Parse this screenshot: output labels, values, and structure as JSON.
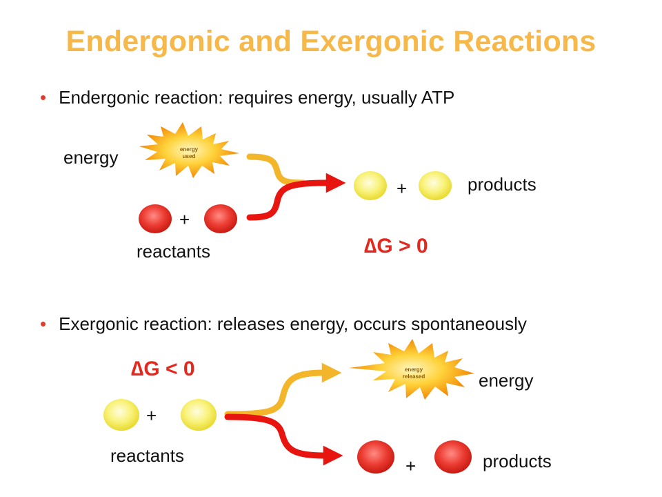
{
  "title": "Endergonic and Exergonic Reactions",
  "bullet_char": "•",
  "endergonic": {
    "bullet": "Endergonic reaction: requires energy, usually ATP",
    "energy_label": "energy",
    "burst_line1": "energy",
    "burst_line2": "used",
    "reactants_label": "reactants",
    "reactants_plus": "+",
    "products_plus": "+",
    "products_label": "products",
    "delta_g": "∆G > 0"
  },
  "exergonic": {
    "bullet": "Exergonic reaction: releases energy, occurs spontaneously",
    "delta_g": "∆G < 0",
    "reactants_plus": "+",
    "reactants_label": "reactants",
    "burst_line1": "energy",
    "burst_line2": "released",
    "energy_label": "energy",
    "products_plus": "+",
    "products_label": "products"
  },
  "colors": {
    "title": "#f7b84a",
    "bullet_dot": "#e23b2e",
    "delta": "#e3281e",
    "red_arrow": "#e8140f",
    "orange_arrow": "#f3b62a",
    "yellow_sphere": "#f7f07a",
    "red_sphere": "#e8423a"
  }
}
